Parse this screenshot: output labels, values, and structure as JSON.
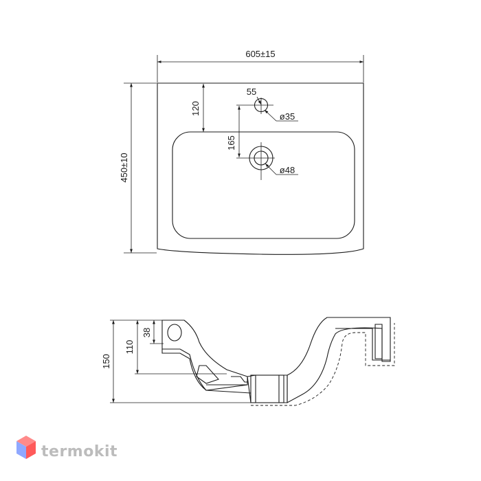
{
  "top_view": {
    "width_label": "605±15",
    "height_label": "450±10",
    "tap_offset_label": "120",
    "tap_to_drain_label": "165",
    "tap_side_label": "55",
    "tap_hole_label": "ø35",
    "drain_hole_label": "ø48"
  },
  "section_view": {
    "total_height_label": "150",
    "bowl_depth_label": "110",
    "overflow_label": "38"
  },
  "watermark": {
    "brand": "termokit",
    "colors": {
      "top": "#ff8a8a",
      "left": "#8fa8ff",
      "right": "#ff5a5a",
      "text": "#bcbcbc"
    }
  }
}
